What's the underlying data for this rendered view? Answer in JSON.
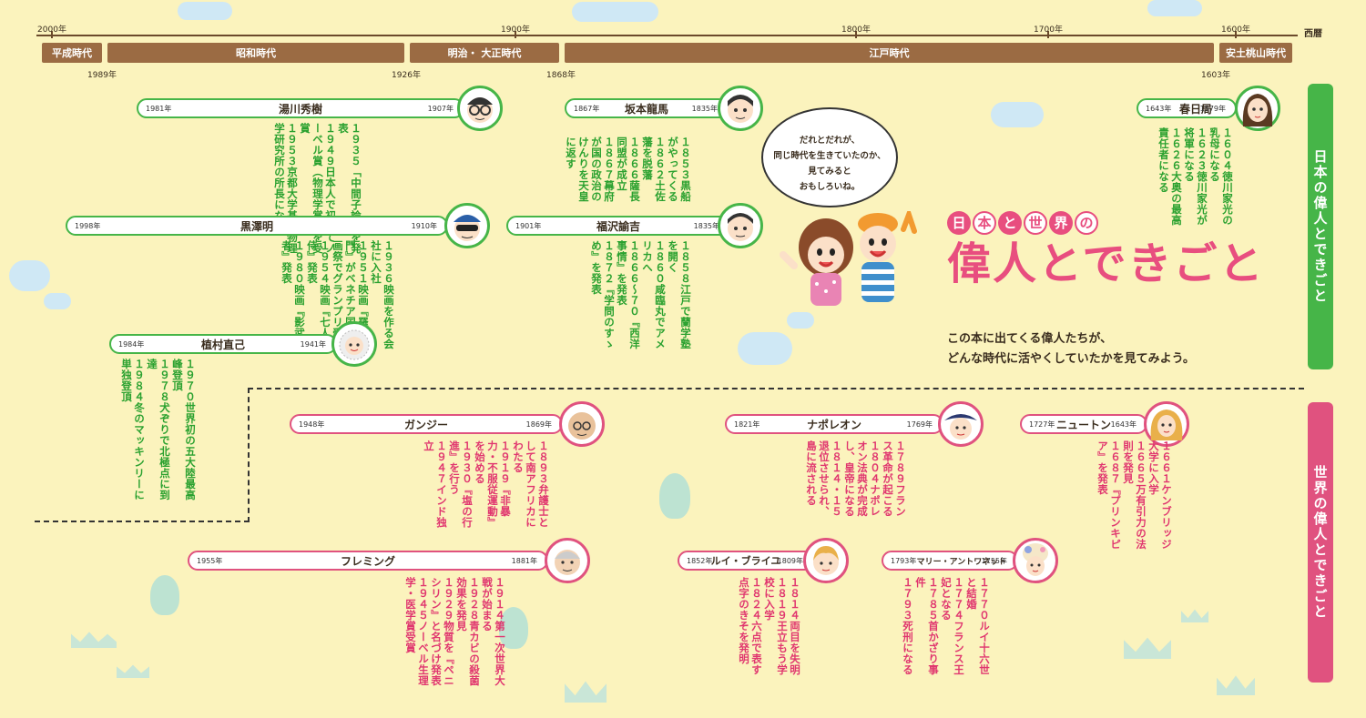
{
  "timeline": {
    "unit": "西暦",
    "ticks": [
      {
        "label": "2000年"
      },
      {
        "label": "1900年"
      },
      {
        "label": "1800年"
      },
      {
        "label": "1700年"
      },
      {
        "label": "1600年"
      }
    ],
    "eras": [
      {
        "label": "平成時代"
      },
      {
        "label": "昭和時代"
      },
      {
        "label": "明治・ 大正時代"
      },
      {
        "label": "江戸時代"
      },
      {
        "label": "安土桃山時代"
      }
    ],
    "era_starts": [
      "1989年",
      "1926年",
      "1868年",
      "1603年"
    ]
  },
  "headline": {
    "line1_chars": [
      "日",
      "本",
      "と",
      "世",
      "界",
      "の"
    ],
    "line2": "偉人とできごと",
    "desc1": "この本に出てくる偉人たちが、",
    "desc2": "どんな時代に活やくしていたかを見てみよう。"
  },
  "bubble": {
    "line1": "だれとだれが、",
    "line2": "同じ時代を生きていたのか、",
    "line3": "見てみると",
    "line4": "おもしろいね。"
  },
  "tabs": {
    "japan": "日本の偉人とできごと",
    "world": "世界の偉人とできごと"
  },
  "colors": {
    "japan": "#46b548",
    "world": "#e0527f",
    "era": "#9b6b43",
    "background": "#fbf3bd"
  },
  "people": {
    "yukawa": {
      "name": "湯川秀樹",
      "death": "1981年",
      "birth": "1907年",
      "icon": "face-glasses-icon",
      "events": [
        "１９３５「中間子論」を発表",
        "１９４９日本人で初めてノーベル賞（物理学賞）を受賞",
        "１９５３京都大学基礎物理学研究所の所長になる"
      ]
    },
    "sakamoto": {
      "name": "坂本龍馬",
      "death": "1867年",
      "birth": "1835年",
      "icon": "face-topknot-icon",
      "events": [
        "１８５３黒船がやってくる",
        "１８６２土佐藩を脱藩",
        "１８６６薩長同盟が成立",
        "１８６７幕府が国の政治のけんりを天皇に返す"
      ]
    },
    "kasuga": {
      "name": "春日局",
      "death": "1643年",
      "birth": "1579年",
      "icon": "face-woman-icon",
      "events": [
        "１６０４徳川家光の乳母になる",
        "１６２３徳川家光が将軍になる",
        "１６２６大奥の最高責任者になる"
      ]
    },
    "kurosawa": {
      "name": "黒澤明",
      "death": "1998年",
      "birth": "1910年",
      "icon": "face-cap-sunglasses-icon",
      "events": [
        "１９３６映画を作る会社に入社",
        "１９５１映画『羅生門』がベネチア国際映画祭でグランプリ受賞",
        "１９５４映画『七人の侍』発表",
        "１９８０映画『影武者』発表"
      ]
    },
    "fukuzawa": {
      "name": "福沢諭吉",
      "death": "1901年",
      "birth": "1835年",
      "icon": "face-man-icon",
      "events": [
        "１８５８江戸で蘭学塾を開く",
        "１８６０咸臨丸でアメリカへ",
        "１８６６〜７０『西洋事情』を発表",
        "１８７２『学問のすゝめ』を発表"
      ]
    },
    "uemura": {
      "name": "植村直己",
      "death": "1984年",
      "birth": "1941年",
      "icon": "face-fur-hood-icon",
      "events": [
        "１９７０世界初の五大陸最高峰登頂",
        "１９７８犬ぞりで北極点に到達",
        "１９８４冬のマッキンリーに単独登頂"
      ]
    },
    "gandhi": {
      "name": "ガンジー",
      "death": "1948年",
      "birth": "1869年",
      "icon": "face-bald-glasses-icon",
      "events": [
        "１８９３弁護士として南アフリカにわたる",
        "１９１９『非暴力・不服従運動』を始める",
        "１９３０『塩の行進』を行う",
        "１９４７インド独立"
      ]
    },
    "napoleon": {
      "name": "ナポレオン",
      "death": "1821年",
      "birth": "1769年",
      "icon": "face-bicorne-icon",
      "events": [
        "１７８９フランス革命が起こる",
        "１８０４ナポレオン法典が完成し、皇帝になる",
        "１８１４・１５退位させられ、島に流される"
      ]
    },
    "newton": {
      "name": "ニュートン",
      "death": "1727年",
      "birth": "1643年",
      "icon": "face-wig-icon",
      "events": [
        "１６６１ケンブリッジ大学に入学",
        "１６６５万有引力の法則を発見",
        "１６８７『プリンキピア』を発表"
      ]
    },
    "fleming": {
      "name": "フレミング",
      "death": "1955年",
      "birth": "1881年",
      "icon": "face-elder-icon",
      "events": [
        "１９１４第一次世界大戦が始まる",
        "１９２８青カビの殺菌効果を発見",
        "１９２９物質を『ペニシリン』と名づけ発表",
        "１９４５ノーベル生理学・医学賞受賞"
      ]
    },
    "braille": {
      "name": "ルイ・ブライユ",
      "death": "1852年",
      "birth": "1809年",
      "icon": "face-boy-blond-icon",
      "events": [
        "１８１４両目を失明",
        "１８１９王立もう学校に入学",
        "１８２４六点で表す点字のきそを発明"
      ]
    },
    "antoinette": {
      "name": "マリー・アントワネット",
      "death": "1793年",
      "birth": "1755年",
      "icon": "face-rococo-hair-icon",
      "events": [
        "１７７０ルイ十六世と結婚",
        "１７７４フランス王妃となる",
        "１７８５首かざり事件",
        "１７９３死刑になる"
      ]
    }
  }
}
